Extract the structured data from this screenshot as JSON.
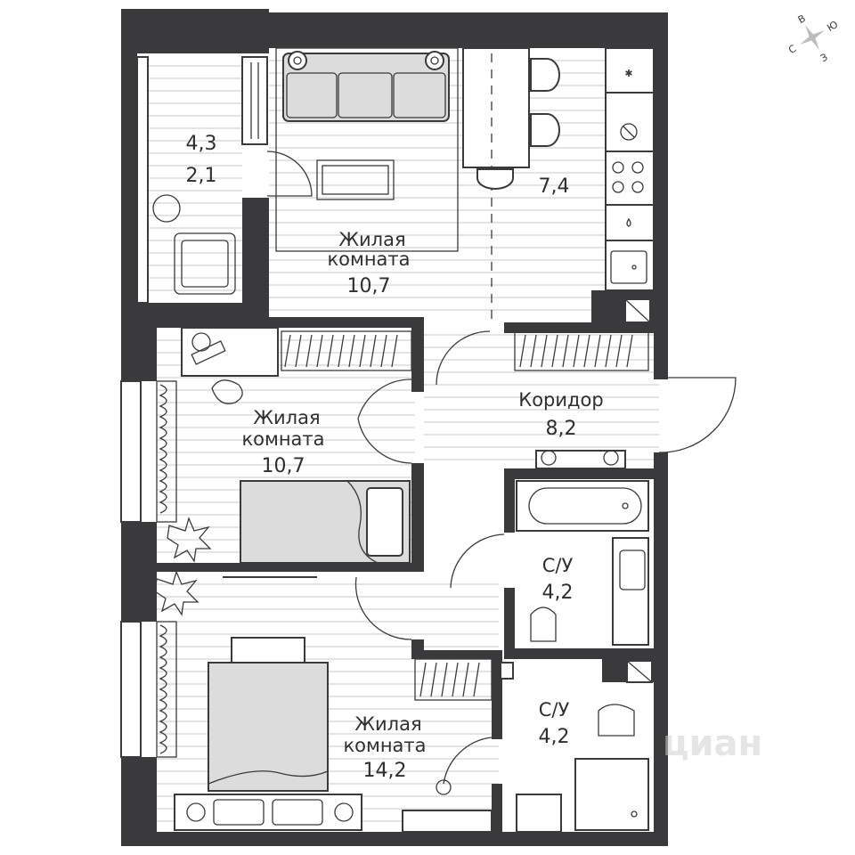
{
  "rooms": {
    "balcony": {
      "area": "4,3",
      "area2": "2,1"
    },
    "kitchen": {
      "area": "7,4"
    },
    "living_top": {
      "label1": "Жилая",
      "label2": "комната",
      "area": "10,7"
    },
    "living_mid": {
      "label1": "Жилая",
      "label2": "комната",
      "area": "10,7"
    },
    "living_bottom": {
      "label1": "Жилая",
      "label2": "комната",
      "area": "14,2"
    },
    "corridor": {
      "label": "Коридор",
      "area": "8,2"
    },
    "bath1": {
      "label": "С/У",
      "area": "4,2"
    },
    "bath2": {
      "label": "С/У",
      "area": "4,2"
    }
  },
  "compass": {
    "n": "С",
    "s": "Ю",
    "e": "В",
    "w": "З"
  },
  "watermark": "циан",
  "colors": {
    "wall": "#3a3a3c",
    "floor_lines": "#c9c9c9",
    "furniture_fill": "#dcdcdc"
  }
}
